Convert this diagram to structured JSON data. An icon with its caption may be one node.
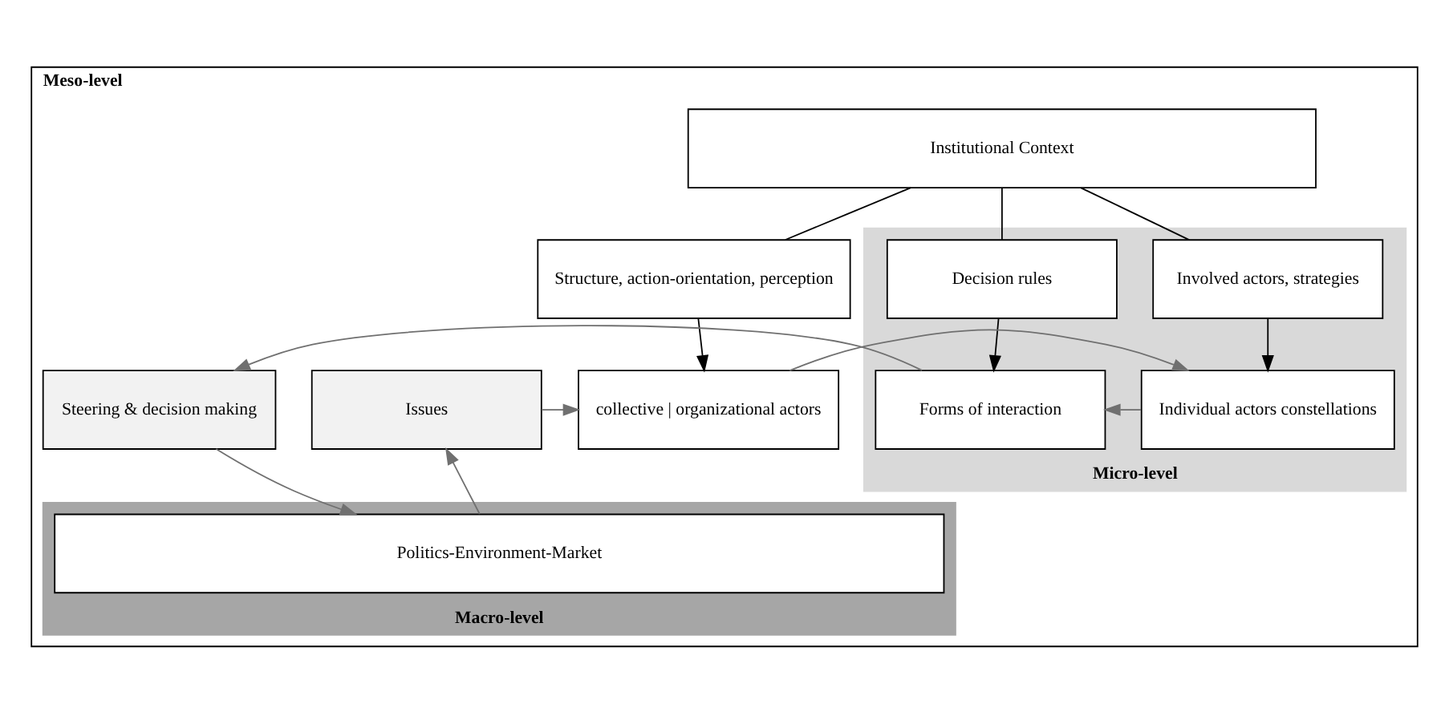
{
  "diagram": {
    "nodes": [
      {
        "text": [
          "Meso-level"
        ]
      },
      {
        "text": [
          "Institutional Context"
        ],
        "in": 0
      },
      {
        "text": [
          "Structure, action-orientation, perception"
        ],
        "in": 0
      },
      {
        "text": [
          "Micro-level"
        ],
        "in": 0
      },
      {
        "text": [
          "Involved actors, strategies"
        ],
        "in": 3
      },
      {
        "text": [
          "Decision rules"
        ],
        "in": 3
      },
      {
        "text": [
          "Issues"
        ],
        "in": 0
      },
      {
        "text": [
          "collective | organizational actors"
        ],
        "in": 0
      },
      {
        "text": [
          "Individual actors constellations"
        ],
        "in": 3
      },
      {
        "text": [
          "Forms of interaction"
        ],
        "in": 3
      },
      {
        "text": [
          "Steering & decision making"
        ],
        "in": 0
      },
      {
        "text": [
          "Macro-level"
        ],
        "in": 0
      },
      {
        "text": [
          "Politics-Environment-Market"
        ],
        "in": 11
      }
    ],
    "edges": [
      {
        "from": 1,
        "to": 2,
        "arrow": "none"
      },
      {
        "from": 1,
        "to": 4,
        "arrow": "none"
      },
      {
        "from": 1,
        "to": 5,
        "arrow": "none"
      },
      {
        "from": 2,
        "to": 7,
        "arrow": "to"
      },
      {
        "from": 4,
        "to": 8,
        "arrow": "to"
      },
      {
        "from": 5,
        "to": 9,
        "arrow": "to"
      },
      {
        "from": 6,
        "to": 7,
        "arrow": "to",
        "color": "#707070"
      },
      {
        "from": 7,
        "to": 8,
        "arrow": "to",
        "color": "#707070"
      },
      {
        "from": 8,
        "to": 9,
        "arrow": "to",
        "color": "#707070"
      },
      {
        "from": 9,
        "to": 10,
        "arrow": "to",
        "color": "#707070"
      },
      {
        "from": 12,
        "to": 6,
        "arrow": "to",
        "color": "#707070"
      },
      {
        "from": 10,
        "to": 12,
        "arrow": "to",
        "color": "#707070"
      }
    ]
  }
}
